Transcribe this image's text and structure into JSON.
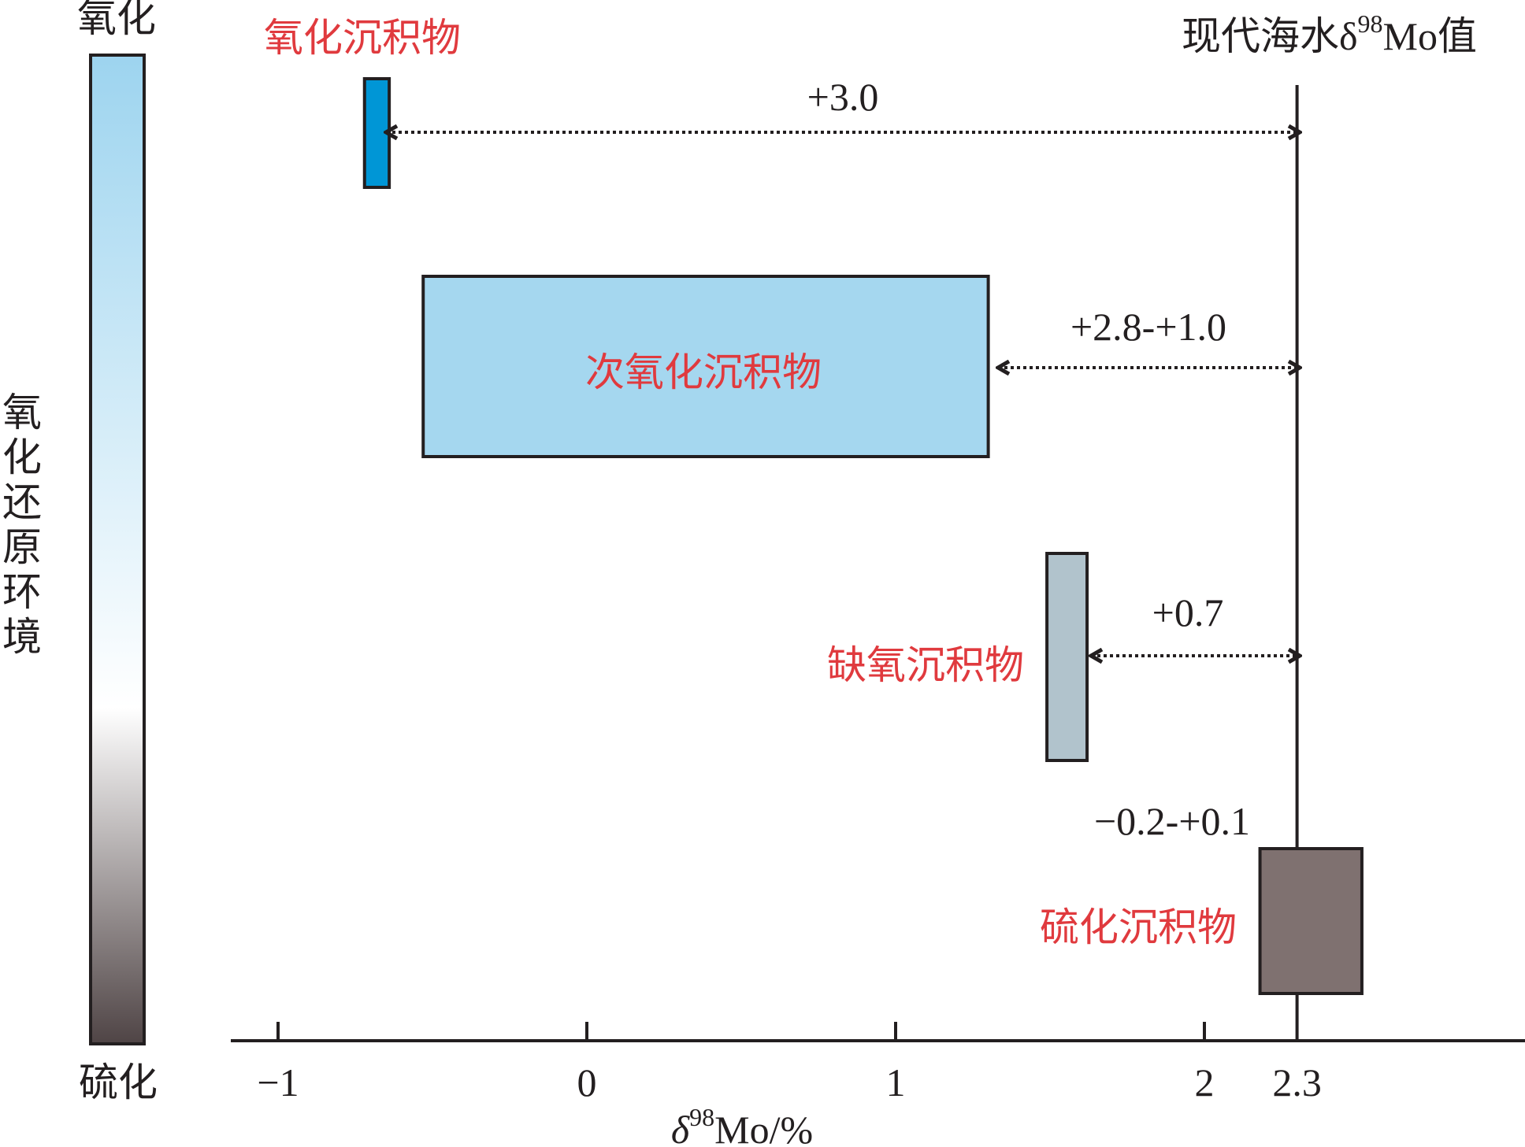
{
  "gradient_bar": {
    "top_label": "氧化",
    "bottom_label": "硫化",
    "side_label_chars": [
      "氧",
      "化",
      "还",
      "原",
      "环",
      "境"
    ],
    "colors": {
      "top": "#9dd4ef",
      "middle": "#ffffff",
      "bottom": "#4f4445"
    }
  },
  "axis": {
    "ticks": [
      {
        "value": -1,
        "label": "−1"
      },
      {
        "value": 0,
        "label": "0"
      },
      {
        "value": 1,
        "label": "1"
      },
      {
        "value": 2,
        "label": "2"
      }
    ],
    "extra_label": {
      "value": 2.3,
      "label": "2.3"
    },
    "title_prefix": "δ",
    "title_sup": "98",
    "title_suffix": "Mo/%"
  },
  "seawater": {
    "value": 2.3,
    "label_prefix": "现代海水δ",
    "label_sup": "98",
    "label_suffix": "Mo值"
  },
  "sediments": [
    {
      "id": "oxic",
      "label": "氧化沉积物",
      "range": [
        -0.72,
        -0.64
      ],
      "fill": "#0096d6",
      "diff_label": "+3.0"
    },
    {
      "id": "suboxic",
      "label": "次氧化沉积物",
      "range": [
        -0.53,
        1.3
      ],
      "fill": "#a5d7ef",
      "diff_label": "+2.8-+1.0"
    },
    {
      "id": "anoxic",
      "label": "缺氧沉积物",
      "range": [
        1.49,
        1.62
      ],
      "fill": "#b1c3cc",
      "diff_label": "+0.7"
    },
    {
      "id": "euxinic",
      "label": "硫化沉积物",
      "range": [
        2.18,
        2.51
      ],
      "fill": "#7f7170",
      "diff_label": "−0.2-+0.1"
    }
  ],
  "colors": {
    "line": "#231f20",
    "label_red": "#e03a3e"
  }
}
